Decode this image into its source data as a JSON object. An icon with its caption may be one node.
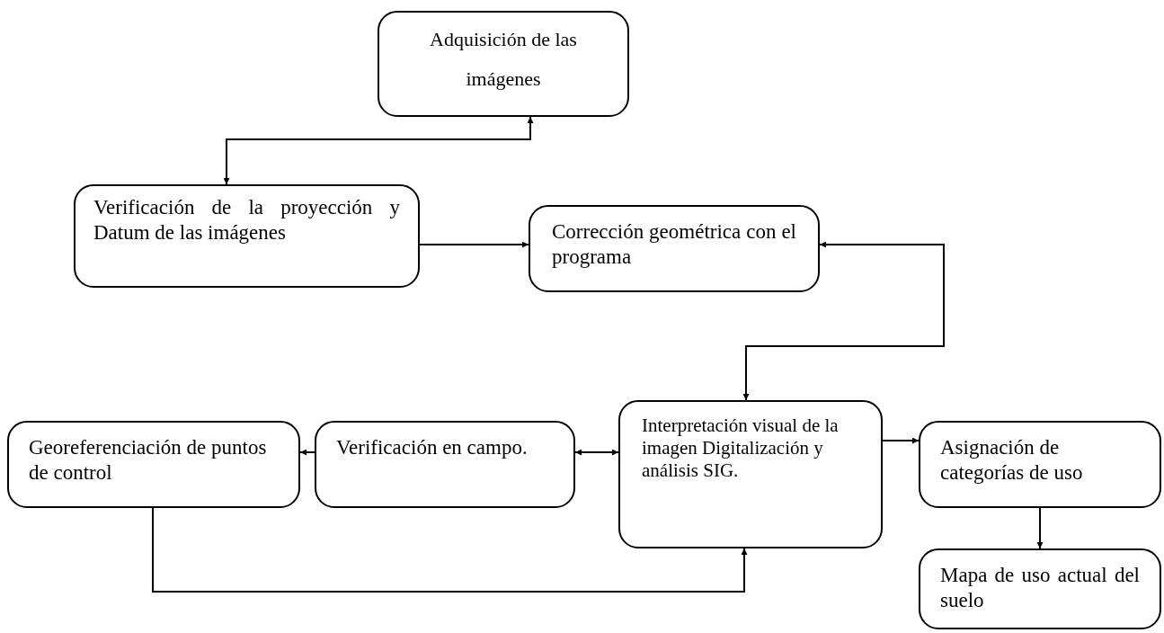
{
  "diagram": {
    "nodes": [
      {
        "text": [
          "Adquisición de las imágenes"
        ]
      },
      {
        "text": [
          "Verificación de la proyección y Datum de las imágenes"
        ]
      },
      {
        "text": [
          "Corrección geométrica con el programa"
        ]
      },
      {
        "text": [
          "Georeferenciación de puntos de control"
        ]
      },
      {
        "text": [
          "Verificación en campo."
        ]
      },
      {
        "text": [
          "Interpretación visual de la imagen Digitalización y análisis SIG."
        ]
      },
      {
        "text": [
          "Asignación de categorías de uso"
        ]
      },
      {
        "text": [
          "Mapa de uso actual del suelo"
        ]
      }
    ],
    "edges": [
      {
        "from": 0,
        "to": 1,
        "arrow": "both"
      },
      {
        "from": 1,
        "to": 2,
        "arrow": "to"
      },
      {
        "from": 2,
        "to": 5,
        "arrow": "both"
      },
      {
        "from": 5,
        "to": 4,
        "arrow": "both"
      },
      {
        "from": 4,
        "to": 3,
        "arrow": "to"
      },
      {
        "from": 3,
        "to": 5,
        "arrow": "to"
      },
      {
        "from": 5,
        "to": 6,
        "arrow": "to"
      },
      {
        "from": 6,
        "to": 7,
        "arrow": "to"
      }
    ]
  }
}
